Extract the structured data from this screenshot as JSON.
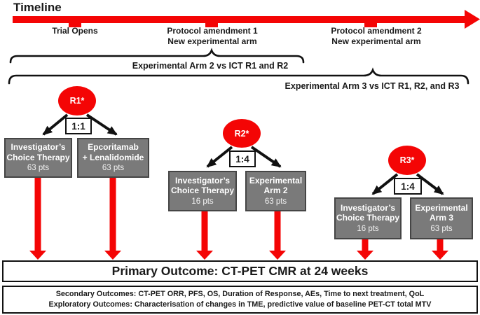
{
  "title": "Timeline",
  "colors": {
    "red": "#f40505",
    "gray": "#7a7a7a",
    "gray_border": "#454545"
  },
  "icons": {
    "timeline_arrow": "right-arrow",
    "flow_arrow": "down-arrow",
    "randomization_arrow": "diagonal-arrow",
    "comparison_brace": "curly-brace"
  },
  "timeline": {
    "events": [
      {
        "line1": "Trial Opens",
        "line2": ""
      },
      {
        "line1": "Protocol amendment 1",
        "line2": "New experimental arm"
      },
      {
        "line1": "Protocol amendment 2",
        "line2": "New experimental arm"
      }
    ]
  },
  "comparisons": [
    {
      "label": "Experimental Arm 2 vs ICT R1 and R2"
    },
    {
      "label": "Experimental Arm 3 vs ICT R1, R2, and R3"
    }
  ],
  "randomizations": [
    {
      "id": "R1*",
      "ratio": "1:1",
      "left": {
        "line1": "Investigator’s",
        "line2": "Choice Therapy",
        "pts": "63 pts"
      },
      "right": {
        "line1": "Epcoritamab",
        "line2": "+ Lenalidomide",
        "pts": "63 pts"
      }
    },
    {
      "id": "R2*",
      "ratio": "1:4",
      "left": {
        "line1": "Investigator’s",
        "line2": "Choice Therapy",
        "pts": "16 pts"
      },
      "right": {
        "line1": "Experimental",
        "line2": "Arm 2",
        "pts": "63 pts"
      }
    },
    {
      "id": "R3*",
      "ratio": "1:4",
      "left": {
        "line1": "Investigator’s",
        "line2": "Choice Therapy",
        "pts": "16 pts"
      },
      "right": {
        "line1": "Experimental",
        "line2": "Arm 3",
        "pts": "63 pts"
      }
    }
  ],
  "outcomes": {
    "primary": "Primary Outcome: CT-PET CMR at 24 weeks",
    "secondary": "Secondary Outcomes: CT-PET ORR, PFS, OS, Duration of Response, AEs, Time to next treatment, QoL",
    "exploratory": "Exploratory Outcomes: Characterisation of changes in TME, predictive value of baseline PET-CT total MTV"
  }
}
